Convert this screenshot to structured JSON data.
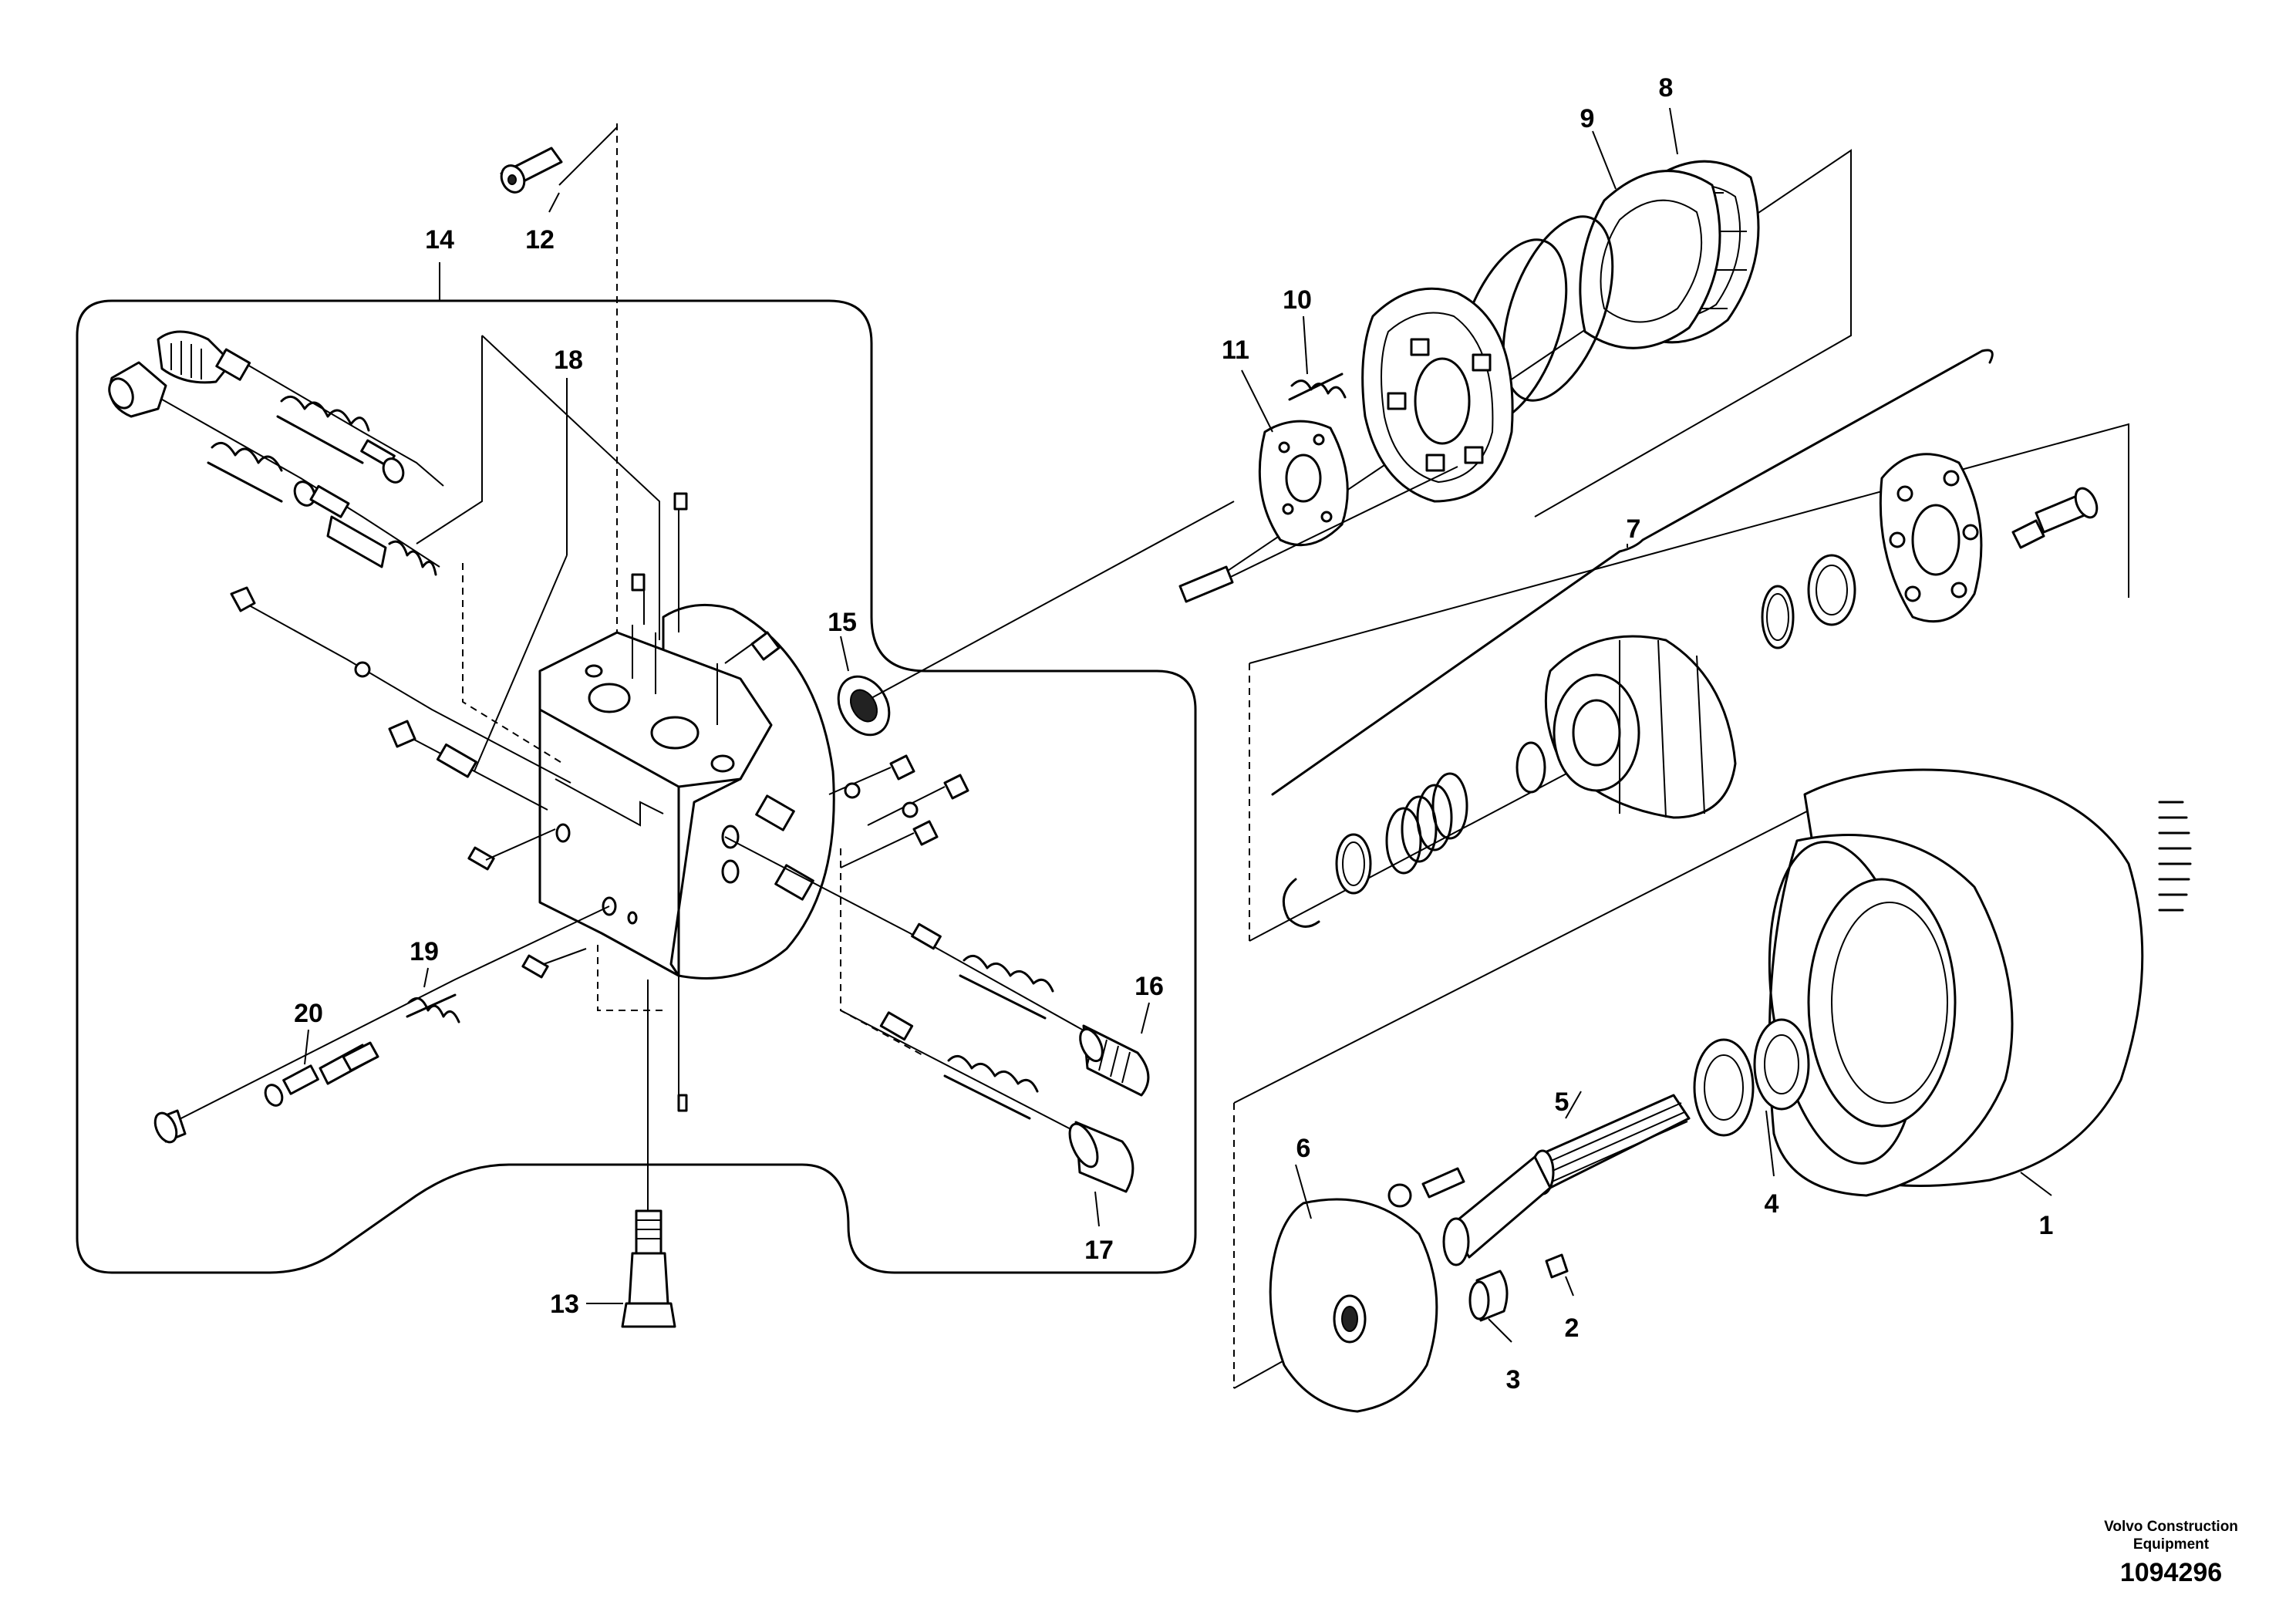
{
  "diagram": {
    "callouts": [
      "1",
      "2",
      "3",
      "4",
      "5",
      "6",
      "7",
      "8",
      "9",
      "10",
      "11",
      "12",
      "13",
      "14",
      "15",
      "16",
      "17",
      "18",
      "19",
      "20"
    ]
  },
  "footer": {
    "publisher_line1": "Volvo Construction",
    "publisher_line2": "Equipment",
    "drawing_number": "1094296"
  }
}
